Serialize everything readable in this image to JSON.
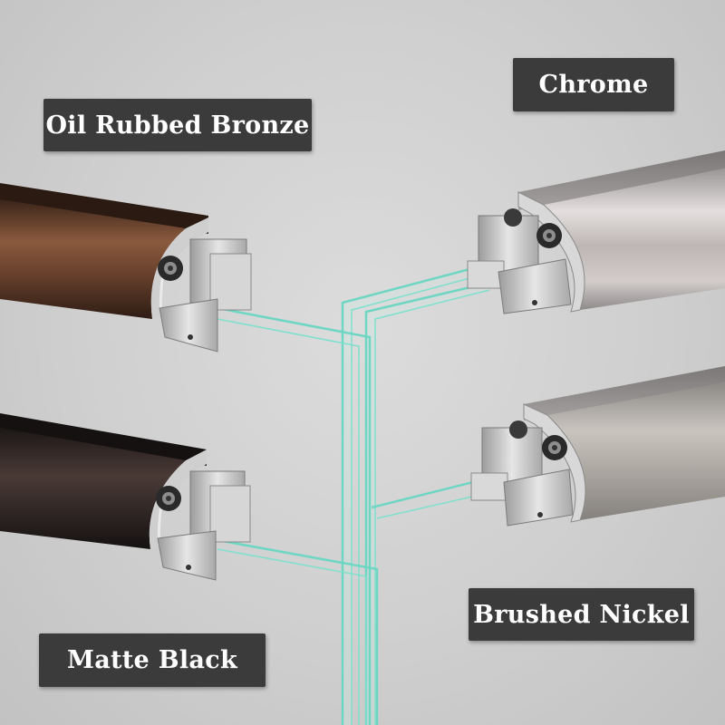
{
  "finishes": {
    "oil_rubbed_bronze": {
      "label": "Oil Rubbed Bronze",
      "color": "#5a3a28"
    },
    "chrome": {
      "label": "Chrome",
      "color": "#bdbdbd"
    },
    "brushed_nickel": {
      "label": "Brushed Nickel",
      "color": "#a8a49e"
    },
    "matte_black": {
      "label": "Matte Black",
      "color": "#2b2423"
    }
  },
  "colors": {
    "label_background": "#3b3b3b",
    "label_text": "#ffffff",
    "glass_edge": "#6fd6c3",
    "backdrop": "#d0d0d0"
  }
}
